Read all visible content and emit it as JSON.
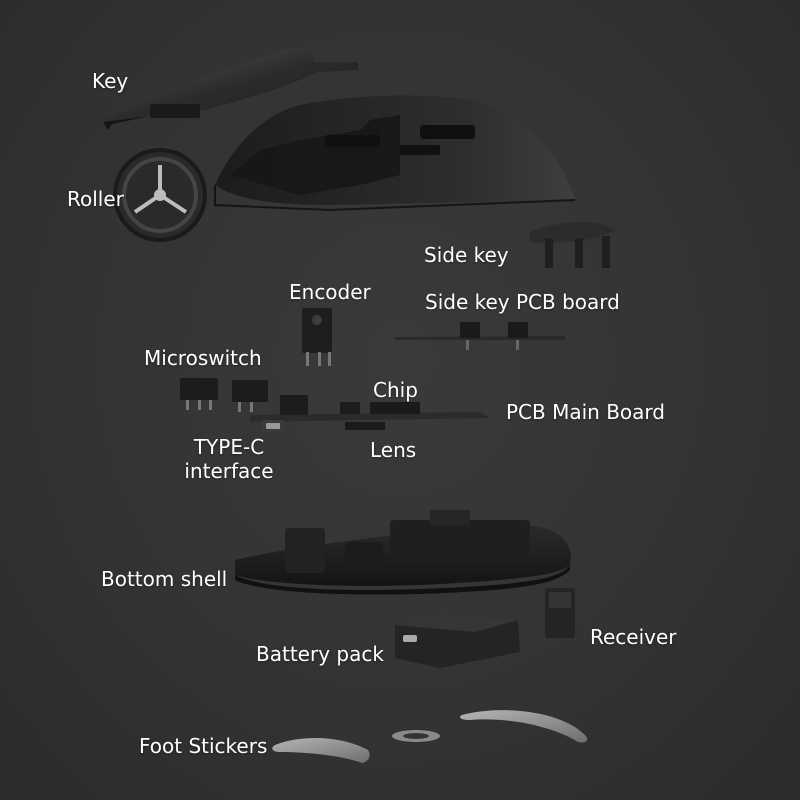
{
  "labels": {
    "key": "Key",
    "roller": "Roller",
    "side_key": "Side key",
    "encoder": "Encoder",
    "side_key_pcb_board": "Side key PCB board",
    "microswitch": "Microswitch",
    "chip": "Chip",
    "pcb_main_board": "PCB Main Board",
    "type_c_line1": "TYPE-C",
    "type_c_line2": "interface",
    "lens": "Lens",
    "bottom_shell": "Bottom shell",
    "receiver": "Receiver",
    "battery_pack": "Battery pack",
    "foot_stickers": "Foot Stickers"
  },
  "colors": {
    "background": "#333333",
    "part_dark": "#1e1e1e",
    "part_mid": "#2a2a2a",
    "foot_sticker": "#9a9a9a",
    "label_text": "#ffffff"
  }
}
